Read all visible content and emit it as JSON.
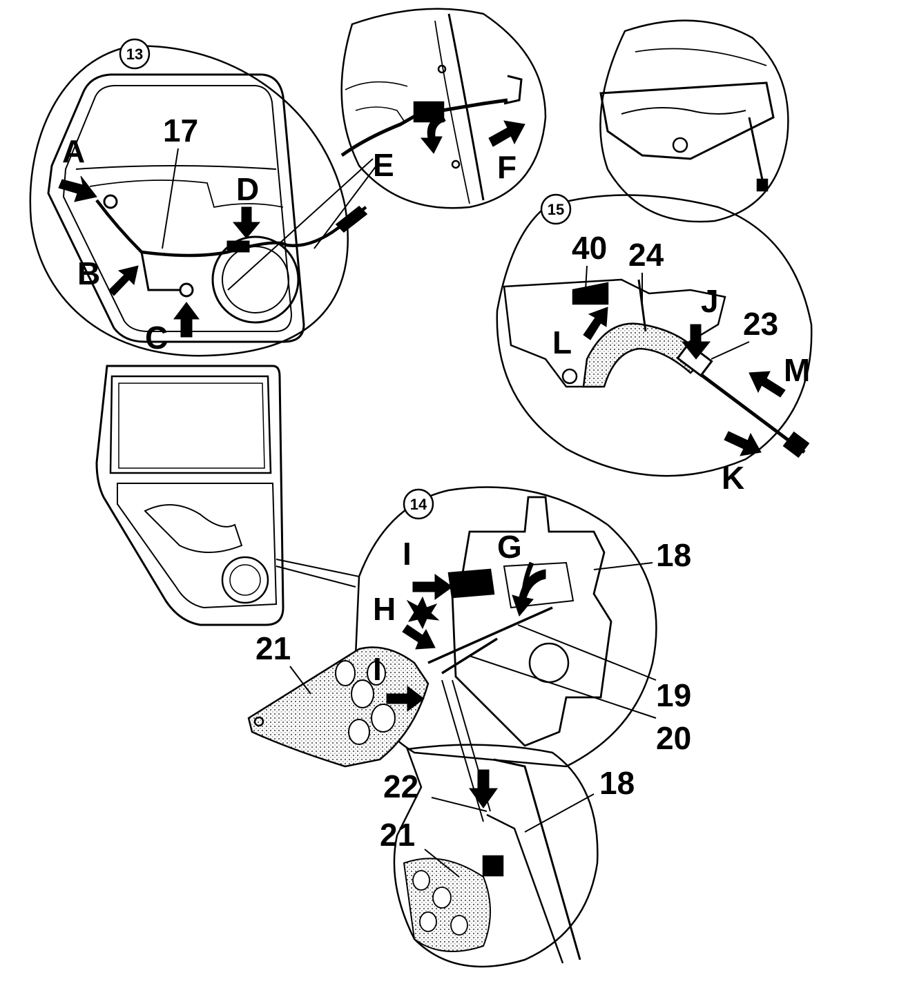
{
  "views": [
    {
      "id": "13",
      "label": "13"
    },
    {
      "id": "14",
      "label": "14"
    },
    {
      "id": "15",
      "label": "15"
    }
  ],
  "letters": {
    "A": "A",
    "B": "B",
    "C": "C",
    "D": "D",
    "E": "E",
    "F": "F",
    "G": "G",
    "H": "H",
    "I_upper": "I",
    "I_lower": "I",
    "J": "J",
    "K": "K",
    "L": "L",
    "M": "M"
  },
  "parts": {
    "p17": "17",
    "p18_main": "18",
    "p18_inset": "18",
    "p19": "19",
    "p20": "20",
    "p21_main": "21",
    "p21_inset": "21",
    "p22": "22",
    "p23": "23",
    "p24": "24",
    "p40": "40"
  },
  "colors": {
    "ink": "#000000",
    "paper": "#ffffff",
    "shade": "#cfcfcf"
  }
}
